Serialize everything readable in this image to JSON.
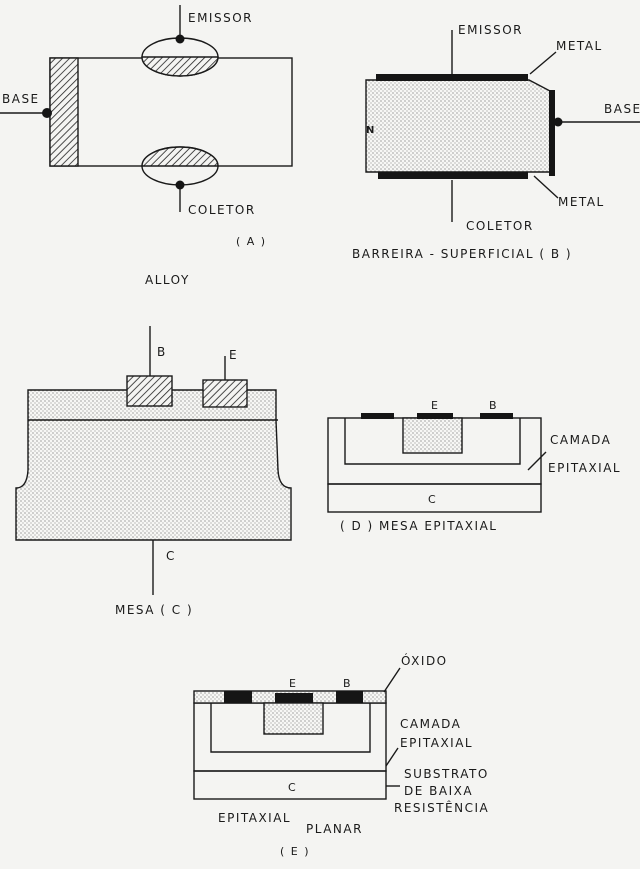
{
  "diagram_a": {
    "emitter_label": "EMISSOR",
    "base_label": "BASE",
    "collector_label": "COLETOR",
    "caption": "( A )",
    "group_caption": "ALLOY"
  },
  "diagram_b": {
    "emitter_label": "EMISSOR",
    "metal_top_label": "METAL",
    "base_label": "BASE",
    "n_label": "N",
    "metal_bottom_label": "METAL",
    "collector_label": "COLETOR",
    "caption": "BARREIRA - SUPERFICIAL  ( B )"
  },
  "diagram_c": {
    "base_label": "B",
    "emitter_label": "E",
    "collector_label": "C",
    "caption": "MESA  ( C )"
  },
  "diagram_d": {
    "emitter_label": "E",
    "base_label": "B",
    "substrate_label": "C",
    "layer_label_1": "CAMADA",
    "layer_label_2": "EPITAXIAL",
    "caption": "( D )  MESA  EPITAXIAL"
  },
  "diagram_e": {
    "oxide_label": "ÓXIDO",
    "emitter_label": "E",
    "base_label": "B",
    "substrate_label": "C",
    "layer_label_1": "CAMADA",
    "layer_label_2": "EPITAXIAL",
    "substrate_note_1": "SUBSTRATO",
    "substrate_note_2": "DE  BAIXA",
    "substrate_note_3": "RESISTÊNCIA",
    "caption_1": "EPITAXIAL",
    "caption_2": "PLANAR",
    "caption_3": "( E )"
  }
}
